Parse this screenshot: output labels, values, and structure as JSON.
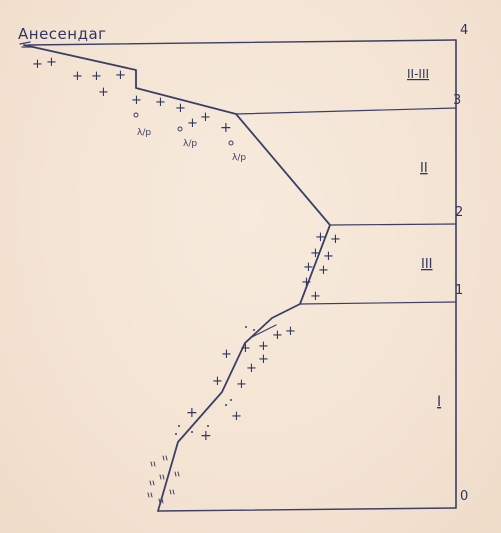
{
  "title": "Анесендаг",
  "scale_marks": [
    "4",
    "3",
    "2",
    "1",
    "0"
  ],
  "zones": [
    "II-III",
    "II",
    "III",
    "I"
  ],
  "symbols": {
    "cross": "+",
    "circle": "o",
    "ap_label": "λ/p",
    "dot_mark": "·"
  },
  "colors": {
    "paper": "#f5e7d8",
    "ink": "#3a3f66"
  }
}
